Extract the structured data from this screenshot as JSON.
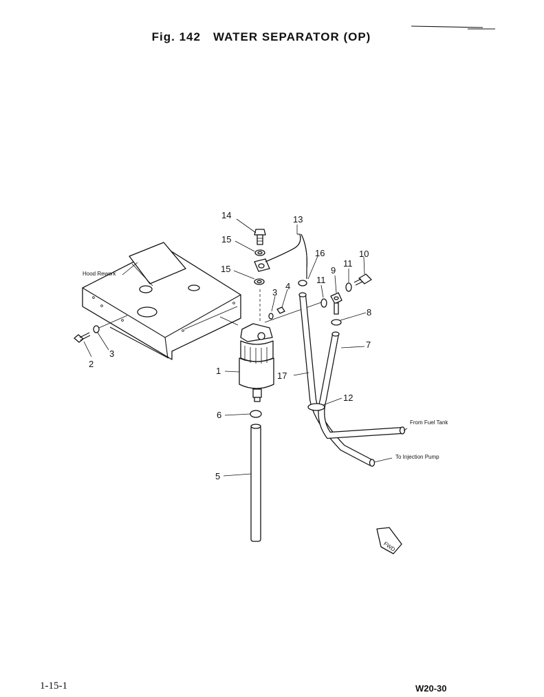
{
  "title": {
    "fig": "Fig. 142",
    "text": "WATER SEPARATOR (OP)"
  },
  "footer": {
    "left": "1-15-1",
    "right": "W20-30"
  },
  "callouts": {
    "n1": "1",
    "n2": "2",
    "n3a": "3",
    "n3b": "3",
    "n4": "4",
    "n5": "5",
    "n6": "6",
    "n7": "7",
    "n8": "8",
    "n9": "9",
    "n10": "10",
    "n11a": "11",
    "n11b": "11",
    "n12": "12",
    "n13": "13",
    "n14": "14",
    "n15a": "15",
    "n15b": "15",
    "n16": "16",
    "n17": "17"
  },
  "notes": {
    "hood": "Hood Rework",
    "from_tank": "From Fuel Tank",
    "to_pump": "To Injection Pump",
    "fwd": "FWD"
  },
  "colors": {
    "ink": "#111111",
    "paper": "#ffffff"
  }
}
